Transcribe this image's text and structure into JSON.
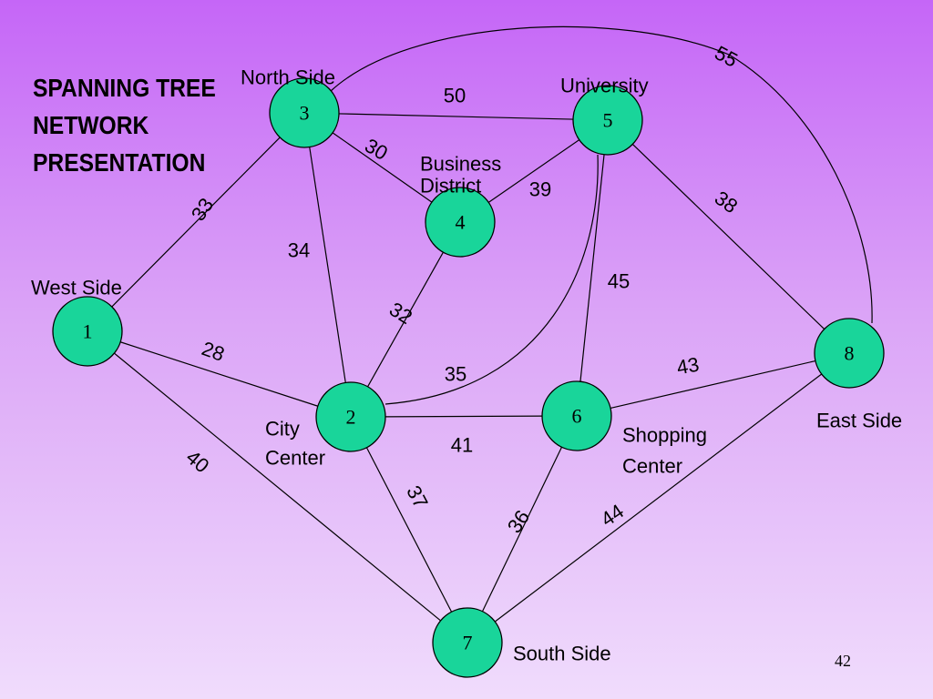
{
  "title_lines": [
    "SPANNING TREE",
    "NETWORK",
    "PRESENTATION"
  ],
  "page_number": "42",
  "colors": {
    "background_top": "#c566f7",
    "background_bottom": "#f0dcfc",
    "node_fill": "#19d59a",
    "line": "#000000"
  },
  "nodes": [
    {
      "id": "1",
      "place": [
        "West Side"
      ]
    },
    {
      "id": "2",
      "place": [
        "City",
        "Center"
      ]
    },
    {
      "id": "3",
      "place": [
        "North Side"
      ]
    },
    {
      "id": "4",
      "place": [
        "Business",
        "District"
      ]
    },
    {
      "id": "5",
      "place": [
        "University"
      ]
    },
    {
      "id": "6",
      "place": [
        "Shopping",
        "Center"
      ]
    },
    {
      "id": "7",
      "place": [
        "South Side"
      ]
    },
    {
      "id": "8",
      "place": [
        "East Side"
      ]
    }
  ],
  "edges": [
    {
      "from": "1",
      "to": "3",
      "weight": "33"
    },
    {
      "from": "1",
      "to": "2",
      "weight": "28"
    },
    {
      "from": "1",
      "to": "7",
      "weight": "40"
    },
    {
      "from": "3",
      "to": "5",
      "weight": "50"
    },
    {
      "from": "3",
      "to": "4",
      "weight": "30"
    },
    {
      "from": "3",
      "to": "2",
      "weight": "34"
    },
    {
      "from": "3",
      "to": "8",
      "weight": "55"
    },
    {
      "from": "4",
      "to": "5",
      "weight": "39"
    },
    {
      "from": "4",
      "to": "2",
      "weight": "32"
    },
    {
      "from": "5",
      "to": "2",
      "weight": "35"
    },
    {
      "from": "5",
      "to": "6",
      "weight": "45"
    },
    {
      "from": "5",
      "to": "8",
      "weight": "38"
    },
    {
      "from": "2",
      "to": "6",
      "weight": "41"
    },
    {
      "from": "2",
      "to": "7",
      "weight": "37"
    },
    {
      "from": "6",
      "to": "8",
      "weight": "43"
    },
    {
      "from": "6",
      "to": "7",
      "weight": "36"
    },
    {
      "from": "8",
      "to": "7",
      "weight": "44"
    }
  ]
}
